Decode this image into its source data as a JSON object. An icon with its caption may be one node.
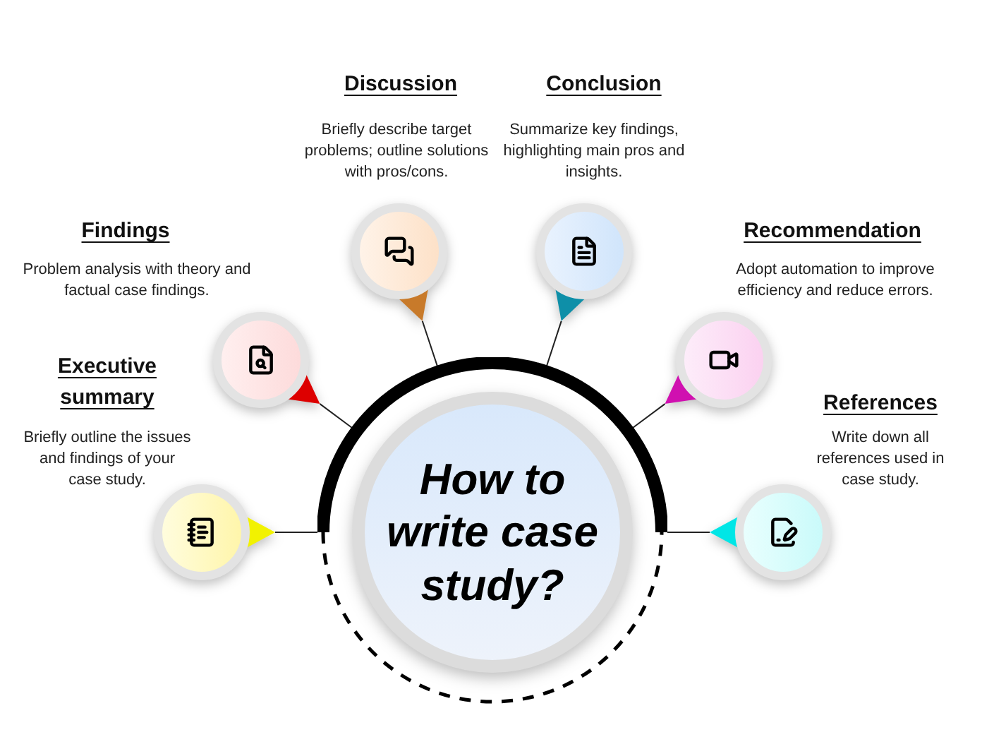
{
  "diagram": {
    "nodes": [
      {
        "text": [
          "How to write case study?"
        ]
      },
      {
        "text": [],
        "shape": "circle",
        "beside": [
          "Executive summary",
          "Briefly outline the issues and findings of your case study."
        ]
      },
      {
        "text": [],
        "shape": "circle",
        "beside": [
          "Findings",
          "Problem analysis with theory and factual case findings."
        ]
      },
      {
        "text": [],
        "shape": "circle",
        "beside": [
          "Discussion",
          "Briefly describe target problems; outline solutions with pros/cons."
        ]
      },
      {
        "text": [],
        "shape": "circle",
        "beside": [
          "Conclusion",
          "Summarize key findings, highlighting main pros and insights."
        ]
      },
      {
        "text": [],
        "shape": "circle",
        "beside": [
          "Recommendation",
          "Adopt automation to improve efficiency and reduce errors."
        ]
      },
      {
        "text": [],
        "shape": "circle",
        "beside": [
          "References",
          "Write down all references used in case study."
        ]
      }
    ],
    "edges": [
      {
        "from": 0,
        "to": 1,
        "arrow": "none"
      },
      {
        "from": 0,
        "to": 2,
        "arrow": "none"
      },
      {
        "from": 0,
        "to": 3,
        "arrow": "none"
      },
      {
        "from": 0,
        "to": 4,
        "arrow": "none"
      },
      {
        "from": 0,
        "to": 5,
        "arrow": "none"
      },
      {
        "from": 0,
        "to": 6,
        "arrow": "none"
      }
    ]
  }
}
